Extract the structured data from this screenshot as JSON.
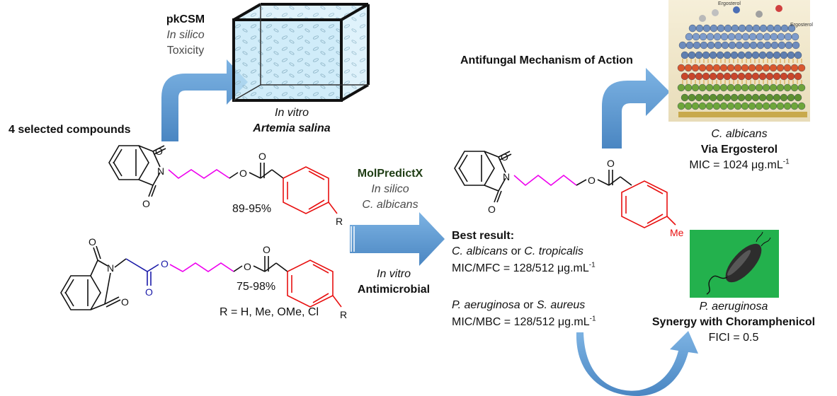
{
  "pkcsm": {
    "name": "pkCSM",
    "mode": "In silico",
    "endpoint": "Toxicity"
  },
  "artemia": {
    "mode": "In vitro",
    "organism": "Artemia salina"
  },
  "selected": "4 selected compounds",
  "yield1": "89-95%",
  "yield2": "75-98%",
  "r_def": "R = H, Me, OMe, Cl",
  "r_label": "R",
  "molpredict": {
    "name": "MolPredictX",
    "mode": "In silico",
    "organism": "C. albicans"
  },
  "in_vitro_antimicrobial": {
    "mode": "In vitro",
    "assay": "Antimicrobial"
  },
  "best": {
    "heading": "Best result:",
    "fungi_a": "C. albicans",
    "fungi_or": "or",
    "fungi_b": "C. tropicalis",
    "mic_fungi_label": "MIC/MFC = 128/512 μg.mL",
    "bact_a": "P. aeruginosa",
    "bact_or": "or",
    "bact_b": "S. aureus",
    "mic_bact_label": "MIC/MBC = 128/512 μg.mL",
    "unit_exp": "-1"
  },
  "mechanism": {
    "title": "Antifungal Mechanism of Action",
    "organism": "C. albicans",
    "via": "Via Ergosterol",
    "mic": "MIC = 1024 μg.mL"
  },
  "membrane_labels": [
    "Ergosterol",
    "Ergosterol"
  ],
  "synergy": {
    "organism": "P. aeruginosa",
    "text": "Synergy with Choramphenicol",
    "fici": "FICI = 0.5"
  },
  "atoms": {
    "O": "O",
    "N": "N",
    "Me": "Me"
  },
  "colors": {
    "arrow": "#5b9bd5",
    "linker_pink": "#ee00ee",
    "aryl_red": "#e81010",
    "glycine_blue": "#1a1aa8",
    "bacteria_bg": "#23b14d",
    "tank_water": "#c5e8f7"
  }
}
